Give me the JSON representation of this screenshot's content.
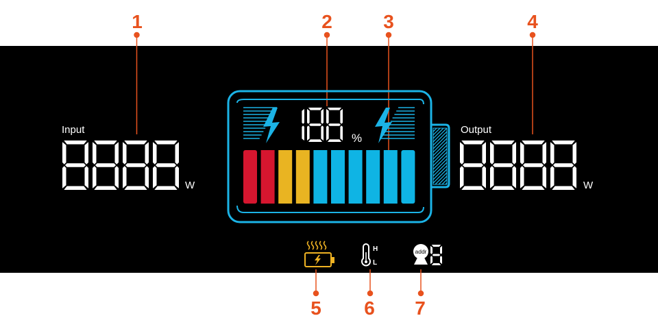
{
  "colors": {
    "callout": "#e8521e",
    "frame": "#1bb3e6",
    "bar_red": "#d6162f",
    "bar_yellow": "#e9b422",
    "bar_blue": "#0fb4e4",
    "segment": "#ffffff",
    "heat_icon": "#f0b323"
  },
  "callouts": [
    {
      "num": "1",
      "target": "input-power"
    },
    {
      "num": "2",
      "target": "battery-percentage"
    },
    {
      "num": "3",
      "target": "battery-level-bars"
    },
    {
      "num": "4",
      "target": "output-power"
    },
    {
      "num": "5",
      "target": "battery-heating-icon"
    },
    {
      "num": "6",
      "target": "temperature-icon"
    },
    {
      "num": "7",
      "target": "address-icon"
    }
  ],
  "input": {
    "label": "Input",
    "digits": "8888",
    "unit": "W"
  },
  "output": {
    "label": "Output",
    "digits": "8888",
    "unit": "W"
  },
  "battery": {
    "percent_digits": "188",
    "percent_unit": "%",
    "bars": [
      "red",
      "red",
      "yellow",
      "yellow",
      "blue",
      "blue",
      "blue",
      "blue",
      "blue",
      "blue"
    ]
  },
  "temperature": {
    "high": "H",
    "low": "L"
  },
  "address": {
    "label": "addr",
    "digit": "8"
  }
}
